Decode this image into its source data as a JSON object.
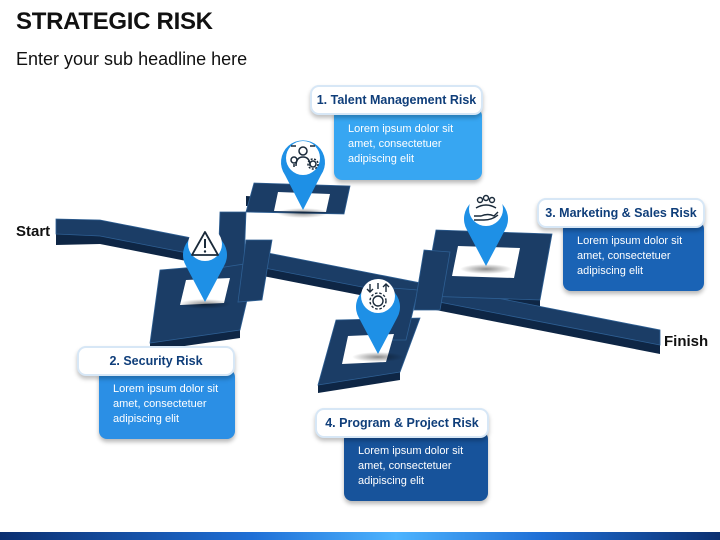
{
  "header": {
    "title": "STRATEGIC RISK",
    "subtitle": "Enter your sub headline here"
  },
  "path": {
    "start_label": "Start",
    "finish_label": "Finish"
  },
  "colors": {
    "track_top": "#1b3d66",
    "track_side": "#0e2645",
    "pin": "#1e90e6",
    "card_light": "#37a6f2",
    "card_dark": "#1a63b5",
    "heading_text": "#0f3e7a"
  },
  "risks": [
    {
      "heading": "1. Talent Management Risk",
      "body": "Lorem ipsum dolor sit amet, consectetuer adipiscing elit",
      "icon": "person-idea-gear-icon"
    },
    {
      "heading": "2. Security Risk",
      "body": "Lorem ipsum dolor sit amet, consectetuer adipiscing elit",
      "icon": "warning-triangle-icon"
    },
    {
      "heading": "3. Marketing & Sales Risk",
      "body": "Lorem ipsum dolor sit amet, consectetuer adipiscing elit",
      "icon": "hand-group-icon"
    },
    {
      "heading": "4. Program & Project Risk",
      "body": "Lorem ipsum dolor sit amet, consectetuer adipiscing elit",
      "icon": "gear-arrows-icon"
    }
  ]
}
